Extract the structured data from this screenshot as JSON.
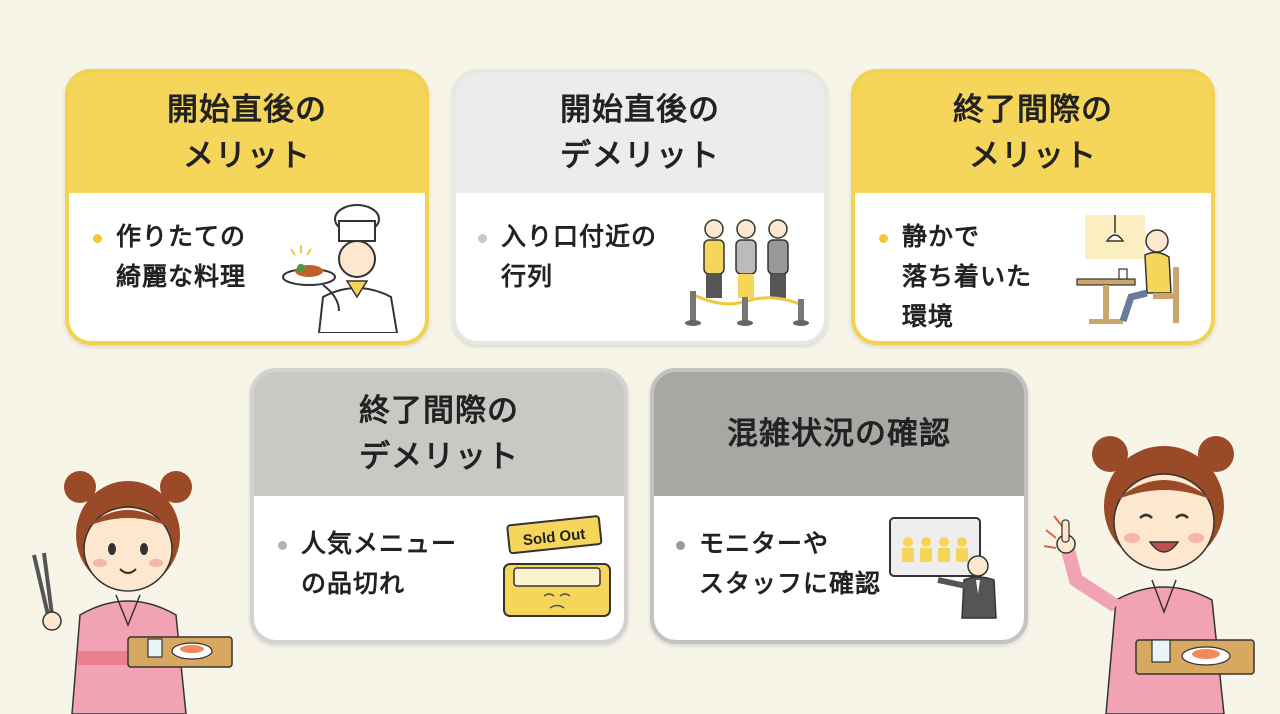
{
  "cards": [
    {
      "title_line1": "開始直後の",
      "title_line2": "メリット",
      "bullet_line1": "作りたての",
      "bullet_line2": "綺麗な料理",
      "bullet_line3": ""
    },
    {
      "title_line1": "開始直後の",
      "title_line2": "デメリット",
      "bullet_line1": "入り口付近の",
      "bullet_line2": "行列",
      "bullet_line3": ""
    },
    {
      "title_line1": "終了間際の",
      "title_line2": "メリット",
      "bullet_line1": "静かで",
      "bullet_line2": "落ち着いた",
      "bullet_line3": "環境"
    },
    {
      "title_line1": "終了間際の",
      "title_line2": "デメリット",
      "bullet_line1": "人気メニュー",
      "bullet_line2": "の品切れ",
      "bullet_line3": ""
    },
    {
      "title_line1": "混雑状況の確認",
      "title_line2": "",
      "bullet_line1": "モニターや",
      "bullet_line2": "スタッフに確認",
      "bullet_line3": ""
    }
  ],
  "sign_text": "Sold Out",
  "icons": [
    "chef-icon",
    "queue-icon",
    "relaxed-diner-icon",
    "empty-tray-icon",
    "monitor-staff-icon",
    "girl-with-tongs-icon",
    "girl-pointing-icon"
  ],
  "colors": {
    "accent_yellow": "#f6d65a",
    "background": "#f6f5e8"
  }
}
